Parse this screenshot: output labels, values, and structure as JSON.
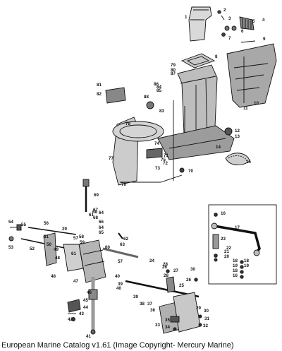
{
  "caption": "European Marine Catalog v1.61 (Image Copyright- Mercury Marine)",
  "callouts": [
    {
      "part": "upper-tube",
      "n": "1"
    },
    {
      "part": "bolt-2",
      "n": "2"
    },
    {
      "part": "washer-3",
      "n": "3"
    },
    {
      "part": "boot",
      "n": "4"
    },
    {
      "part": "clip-5",
      "n": "5"
    },
    {
      "part": "clip-6",
      "n": "6"
    },
    {
      "part": "clip-7",
      "n": "7"
    },
    {
      "part": "gasket-8",
      "n": "8"
    },
    {
      "part": "screw-9",
      "n": "9"
    },
    {
      "part": "exhaust-housing-top",
      "n": "86"
    },
    {
      "part": "washer-84",
      "n": "84"
    },
    {
      "part": "washer-85",
      "n": "85"
    },
    {
      "part": "screw-81",
      "n": "81"
    },
    {
      "part": "bracket-82",
      "n": "82"
    },
    {
      "part": "ring-88",
      "n": "88"
    },
    {
      "part": "rod-83",
      "n": "83"
    },
    {
      "part": "nut-79",
      "n": "79"
    },
    {
      "part": "nut-78",
      "n": "78"
    },
    {
      "part": "plug-80",
      "n": "80"
    },
    {
      "part": "nut-87",
      "n": "87"
    },
    {
      "part": "screw-10",
      "n": "10"
    },
    {
      "part": "bolt-11",
      "n": "11"
    },
    {
      "part": "mount-12",
      "n": "12"
    },
    {
      "part": "washer-13",
      "n": "13"
    },
    {
      "part": "seal-14",
      "n": "14"
    },
    {
      "part": "seal-15",
      "n": "15"
    },
    {
      "part": "plate-74",
      "n": "74"
    },
    {
      "part": "screw-71",
      "n": "71"
    },
    {
      "part": "screw-72",
      "n": "72"
    },
    {
      "part": "screw-73",
      "n": "73"
    },
    {
      "part": "screw-75",
      "n": "75"
    },
    {
      "part": "screw-76",
      "n": "76"
    },
    {
      "part": "screw-77",
      "n": "77"
    },
    {
      "part": "plug-70",
      "n": "70"
    },
    {
      "part": "rod-69",
      "n": "69"
    },
    {
      "part": "nut-68",
      "n": "68"
    },
    {
      "part": "spring-67",
      "n": "67"
    },
    {
      "part": "washer-66",
      "n": "66"
    },
    {
      "part": "pin-65",
      "n": "65"
    },
    {
      "part": "screw-64",
      "n": "64"
    },
    {
      "part": "clip-63",
      "n": "63"
    },
    {
      "part": "nut-62",
      "n": "62"
    },
    {
      "part": "screw-61",
      "n": "61"
    },
    {
      "part": "tube-60",
      "n": "60"
    },
    {
      "part": "bushing-59",
      "n": "59"
    },
    {
      "part": "screw-58",
      "n": "58"
    },
    {
      "part": "screw-57",
      "n": "57"
    },
    {
      "part": "rod-56",
      "n": "56"
    },
    {
      "part": "spring-55",
      "n": "55"
    },
    {
      "part": "handle-54",
      "n": "54"
    },
    {
      "part": "nut-53",
      "n": "53"
    },
    {
      "part": "tube-52",
      "n": "52"
    },
    {
      "part": "bracket-51",
      "n": "51"
    },
    {
      "part": "screw-50",
      "n": "50"
    },
    {
      "part": "washer-49",
      "n": "49"
    },
    {
      "part": "screw-48",
      "n": "48"
    },
    {
      "part": "screw-47",
      "n": "47"
    },
    {
      "part": "tube-46",
      "n": "46"
    },
    {
      "part": "spring-45",
      "n": "45"
    },
    {
      "part": "clamp-44",
      "n": "44"
    },
    {
      "part": "nut-43",
      "n": "43"
    },
    {
      "part": "washer-42",
      "n": "42"
    },
    {
      "part": "rod-41",
      "n": "41"
    },
    {
      "part": "bolt-40",
      "n": "40"
    },
    {
      "part": "screw-39",
      "n": "39"
    },
    {
      "part": "screw-38",
      "n": "38"
    },
    {
      "part": "screw-37",
      "n": "37"
    },
    {
      "part": "screw-36",
      "n": "36"
    },
    {
      "part": "nut-35",
      "n": "35"
    },
    {
      "part": "screw-34",
      "n": "34"
    },
    {
      "part": "screw-33",
      "n": "33"
    },
    {
      "part": "screw-32",
      "n": "32"
    },
    {
      "part": "bracket-31",
      "n": "31"
    },
    {
      "part": "nut-30",
      "n": "30"
    },
    {
      "part": "tube-29",
      "n": "29"
    },
    {
      "part": "bracket-28",
      "n": "28"
    },
    {
      "part": "pin-27",
      "n": "27"
    },
    {
      "part": "screw-26",
      "n": "26"
    },
    {
      "part": "washer-25",
      "n": "25"
    },
    {
      "part": "rod-24",
      "n": "24"
    },
    {
      "part": "nut-23",
      "n": "23"
    },
    {
      "part": "washer-22",
      "n": "22"
    },
    {
      "part": "screw-21",
      "n": "21"
    },
    {
      "part": "nut-20",
      "n": "20"
    },
    {
      "part": "washer-19",
      "n": "19"
    },
    {
      "part": "nut-18",
      "n": "18"
    },
    {
      "part": "tie-bar-17",
      "n": "17"
    },
    {
      "part": "screw-16",
      "n": "16"
    },
    {
      "part": "nut-16b",
      "n": "16"
    },
    {
      "part": "screw-18b",
      "n": "18"
    },
    {
      "part": "screw-19b",
      "n": "19"
    },
    {
      "part": "screw-18c",
      "n": "18"
    },
    {
      "part": "screw-39b",
      "n": "39"
    },
    {
      "part": "screw-68b",
      "n": "68"
    },
    {
      "part": "screw-61b",
      "n": "61"
    },
    {
      "part": "screw-57b",
      "n": "57"
    },
    {
      "part": "screw-26b",
      "n": "26"
    },
    {
      "part": "screw-28b",
      "n": "28"
    },
    {
      "part": "screw-29b",
      "n": "29"
    },
    {
      "part": "screw-40b",
      "n": "40"
    },
    {
      "part": "screw-30b",
      "n": "30"
    },
    {
      "part": "screw-48b",
      "n": "48"
    },
    {
      "part": "screw-64b",
      "n": "64"
    }
  ]
}
